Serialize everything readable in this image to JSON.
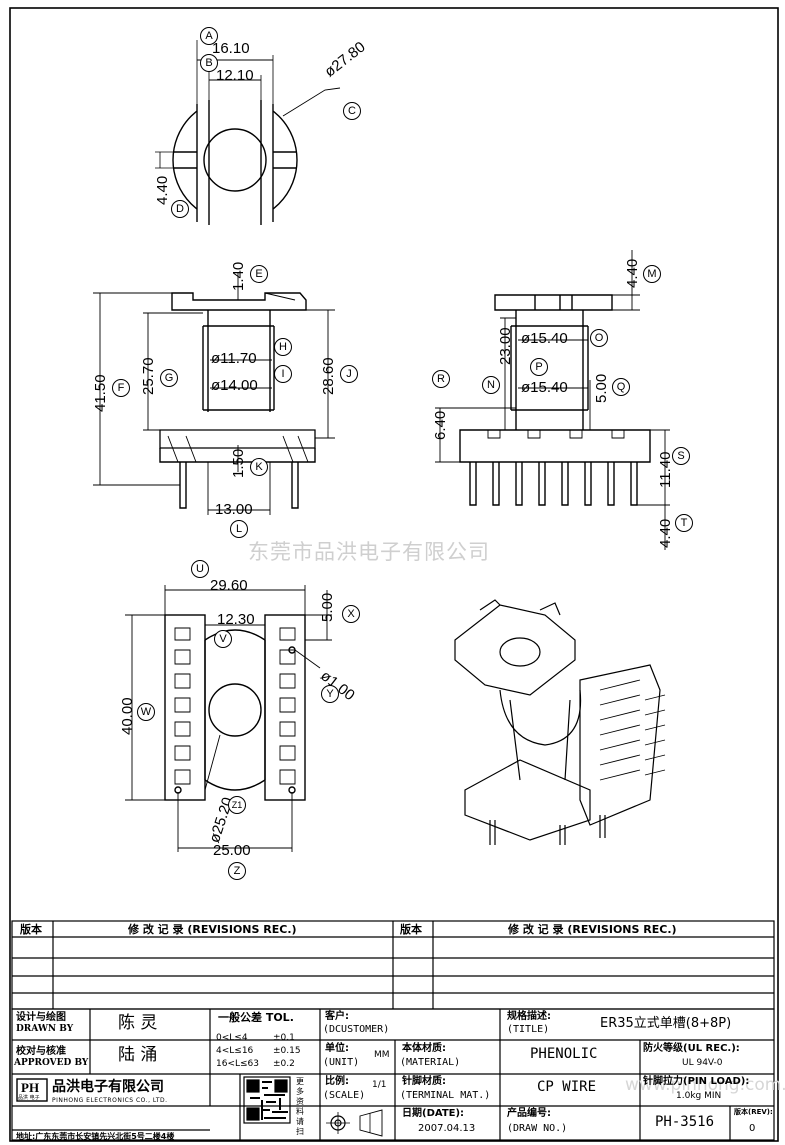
{
  "watermark": "东莞市品洪电子有限公司",
  "watermark_url": "www.pinhong.com.td",
  "views": {
    "top": {
      "dims": {
        "a": "16.10",
        "b": "12.10",
        "c": "ø27.80",
        "d": "4.40"
      },
      "balloons": {
        "a": "A",
        "b": "B",
        "c": "C",
        "d": "D"
      }
    },
    "front": {
      "dims": {
        "e": "1.40",
        "f": "41.50",
        "g": "25.70",
        "h": "ø11.70",
        "i": "ø14.00",
        "j": "28.60",
        "k": "1.50",
        "l": "13.00"
      },
      "balloons": {
        "e": "E",
        "f": "F",
        "g": "G",
        "h": "H",
        "i": "I",
        "j": "J",
        "k": "K",
        "l": "L"
      }
    },
    "side": {
      "dims": {
        "m": "4.40",
        "n": "23.00",
        "o": "ø15.40",
        "p": "ø15.40",
        "q": "5.00",
        "r": "6.40",
        "s": "11.40",
        "t": "4.40"
      },
      "balloons": {
        "m": "M",
        "n": "N",
        "o": "O",
        "p": "P",
        "q": "Q",
        "r": "R",
        "s": "S",
        "t": "T"
      }
    },
    "bottom": {
      "dims": {
        "u": "29.60",
        "v": "12.30",
        "x": "5.00",
        "y": "ø1.00",
        "w": "40.00",
        "z1": "ø25.20",
        "z": "25.00"
      },
      "balloons": {
        "u": "U",
        "v": "V",
        "x": "X",
        "y": "Y",
        "w": "W",
        "z1": "Z1",
        "z": "Z"
      }
    }
  },
  "revisions": {
    "left_header": "版本",
    "left_title": "修 改 记 录 (REVISIONS REC.)",
    "right_header": "版本",
    "right_title": "修 改 记 录 (REVISIONS REC.)"
  },
  "titleblock": {
    "design_label_cn": "设计与绘图",
    "design_label_en": "DRAWN BY",
    "design_value": "陈 灵",
    "check_label_cn": "校对与核准",
    "check_label_en": "APPROVED BY",
    "check_value": "陆 涌",
    "tol_title": "一般公差 TOL.",
    "tol_rows": [
      {
        "range": "0<L≤4",
        "value": "±0.1"
      },
      {
        "range": "4<L≤16",
        "value": "±0.15"
      },
      {
        "range": "16<L≤63",
        "value": "±0.2"
      }
    ],
    "customer_label": "客户:",
    "customer_en": "(DCUSTOMER)",
    "title_label": "规格描述:",
    "title_en": "(TITLE)",
    "title_value": "ER35立式单槽(8+8P)",
    "unit_label": "单位:",
    "unit_en": "(UNIT)",
    "unit_value": "MM",
    "material_label": "本体材质:",
    "material_en": "(MATERIAL)",
    "material_value": "PHENOLIC",
    "ul_label": "防火等级(UL REC.):",
    "ul_value": "UL 94V-0",
    "scale_label": "比例:",
    "scale_en": "(SCALE)",
    "scale_value": "1/1",
    "terminal_label": "针脚材质:",
    "terminal_en": "(TERMINAL MAT.)",
    "terminal_value": "CP WIRE",
    "pinload_label": "针脚拉力(PIN LOAD):",
    "pinload_value": "1.0kg MIN",
    "date_label": "日期(DATE):",
    "date_value": "2007.04.13",
    "drawno_label": "产品编号:",
    "drawno_en": "(DRAW NO.)",
    "drawno_value": "PH-3516",
    "rev_label": "版本(REV):",
    "rev_value": "0",
    "company_cn": "品洪电子有限公司",
    "company_en": "PINHONG ELECTRONICS CO., LTD.",
    "logo_text": "PH",
    "logo_sub": "品洪 电子",
    "qr_side_text": "更多资料请扫",
    "address": "地址:广东东莞市长安镇先兴北街5号二楼4楼"
  }
}
